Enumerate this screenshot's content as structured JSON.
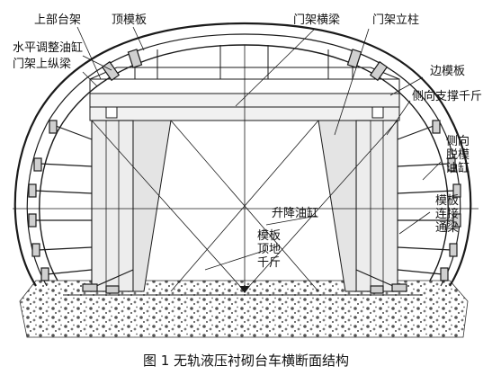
{
  "labels": {
    "upper_frame": "上部台架",
    "top_formwork": "顶模板",
    "gantry_beam": "门架横梁",
    "gantry_column": "门架立柱",
    "horizontal_cylinder": "水平调整油缸",
    "gantry_longitudinal_beam": "门架上纵梁",
    "side_formwork": "边模板",
    "lateral_jack": "侧向支撑千斤",
    "side_demold_lines": [
      "侧向",
      "脱模",
      "油缸"
    ],
    "lift_cylinder": "升降油缸",
    "connect_beam_lines": [
      "模板",
      "连接",
      "通梁"
    ],
    "top_ground_jack_lines": [
      "模板",
      "顶地",
      "千斤"
    ]
  },
  "caption": "图 1   无轨液压衬砌台车横断面结构",
  "colors": {
    "line": "#1a1a1a",
    "fill_light": "#eaeaea",
    "ground": "#d9d9d9"
  }
}
